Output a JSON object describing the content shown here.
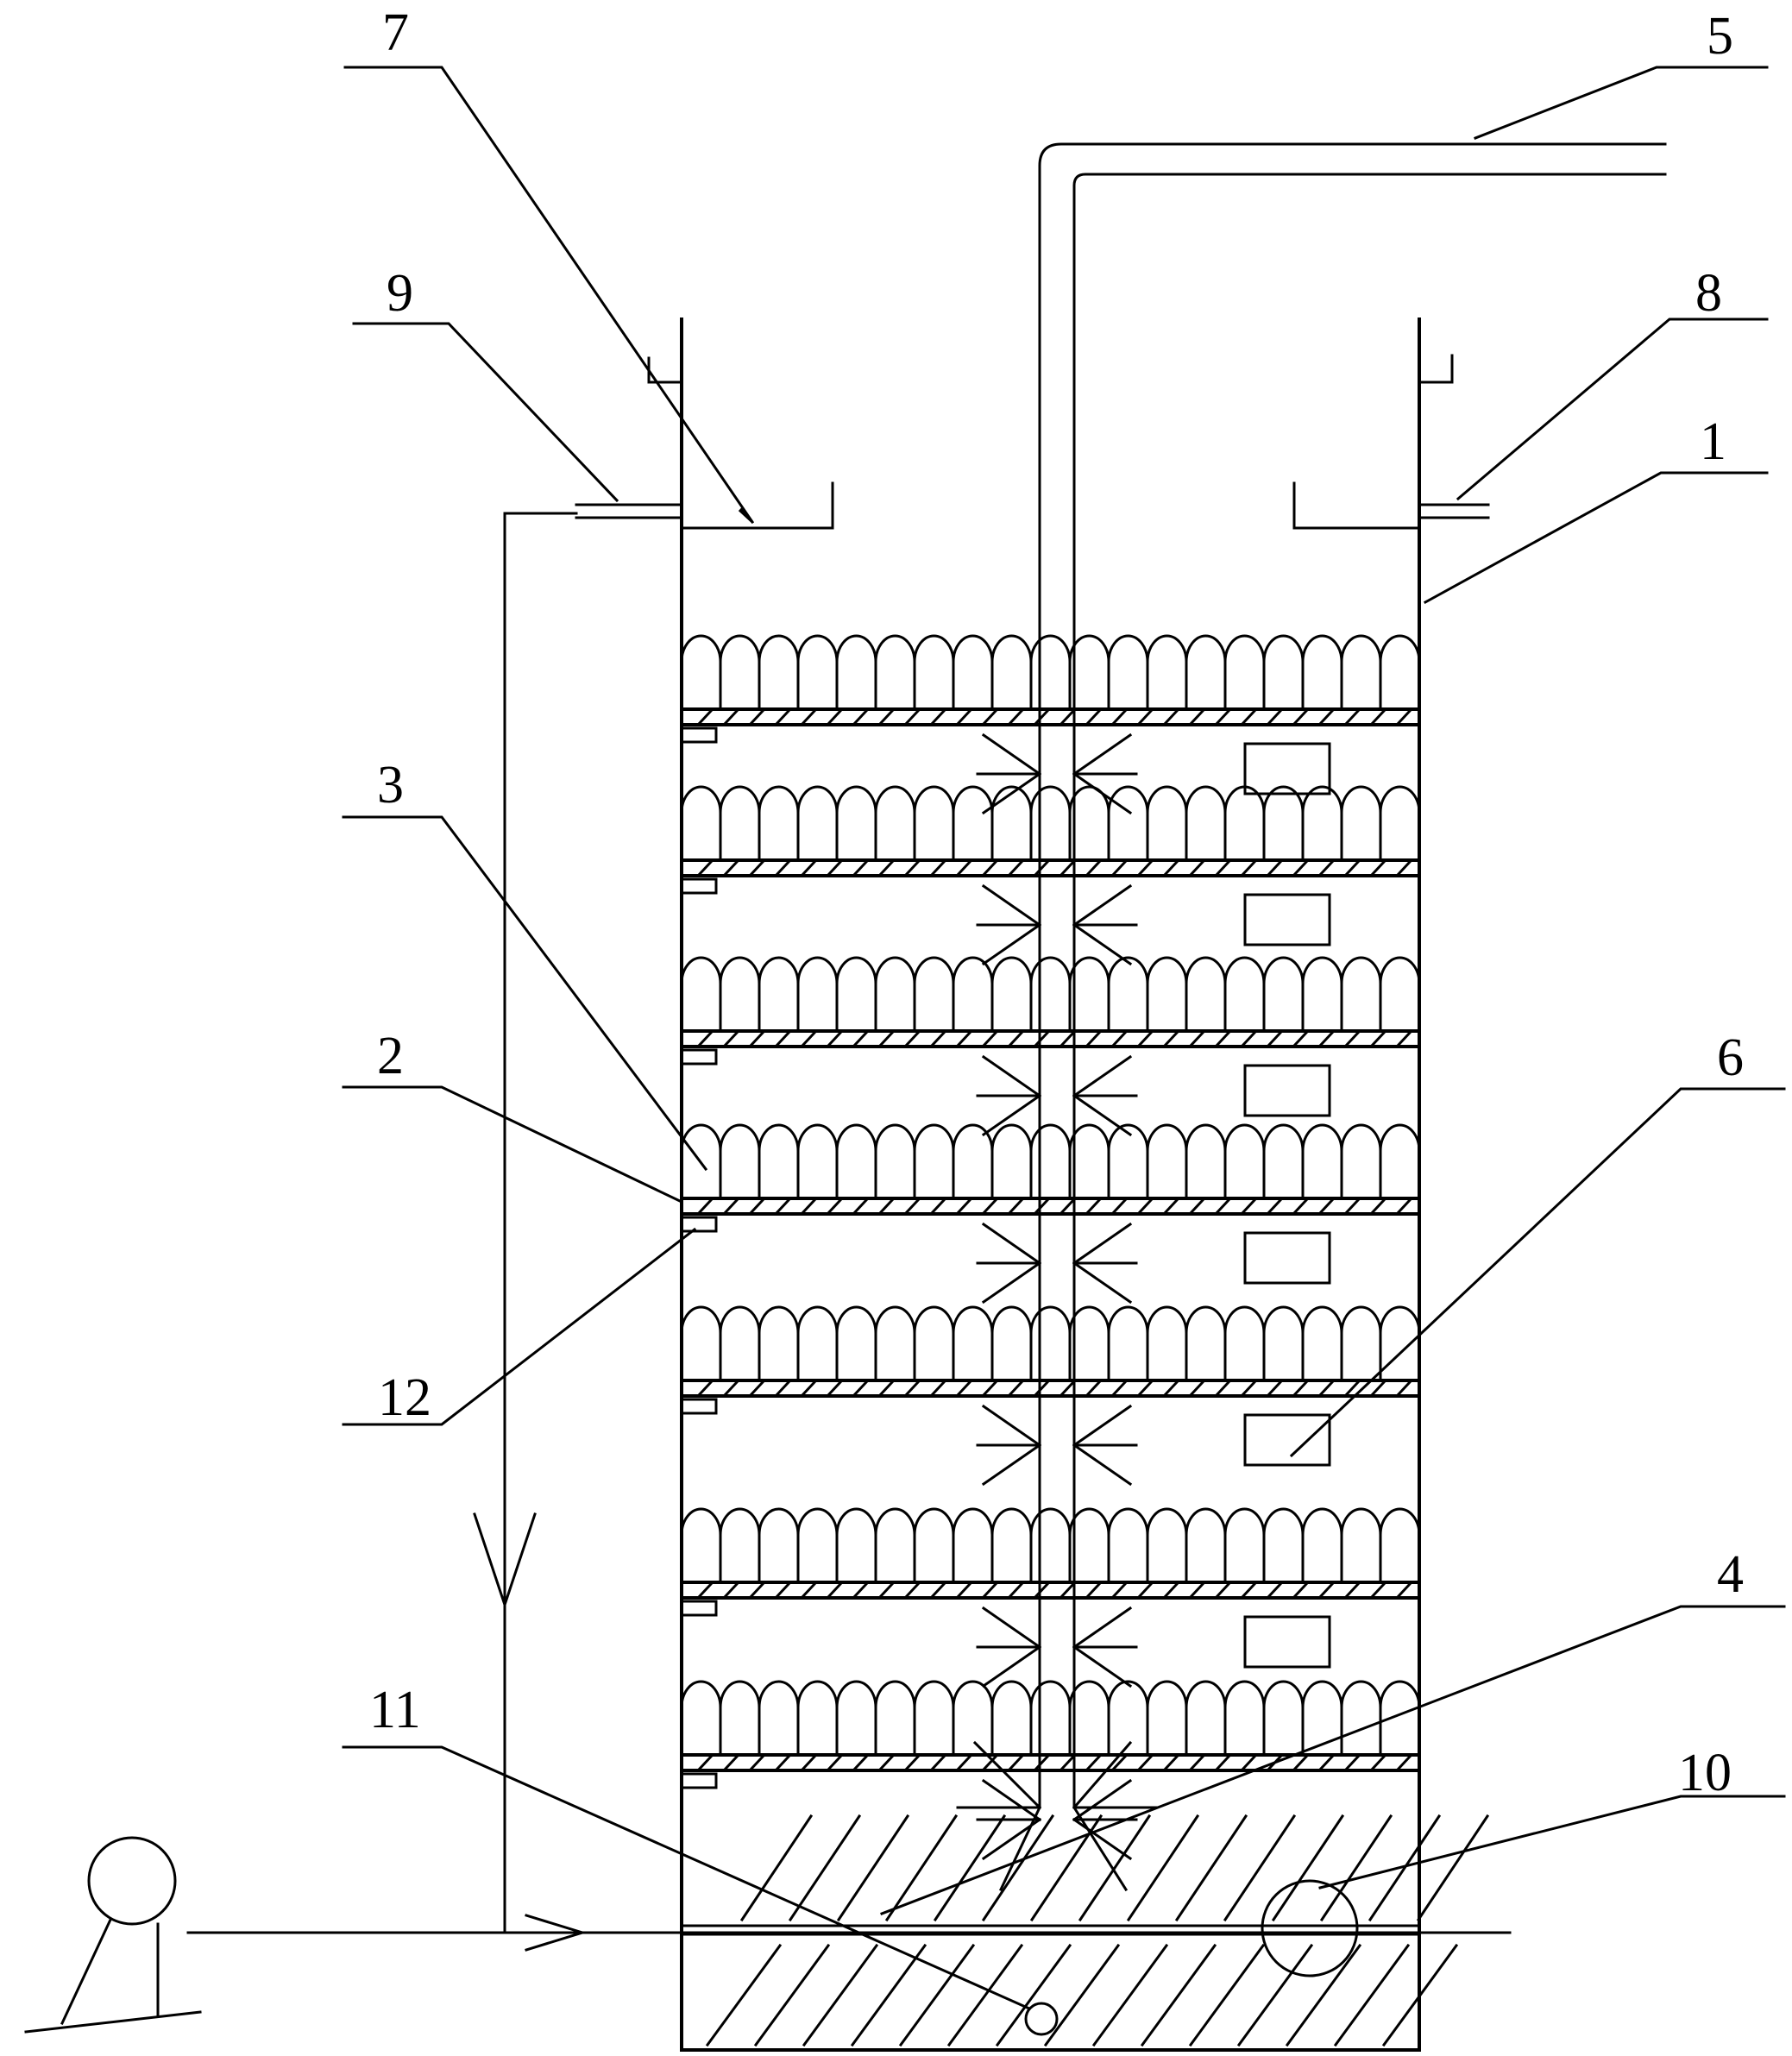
{
  "labels": [
    {
      "id": "L1",
      "text": "1"
    },
    {
      "id": "L2",
      "text": "2"
    },
    {
      "id": "L3",
      "text": "3"
    },
    {
      "id": "L4",
      "text": "4"
    },
    {
      "id": "L5",
      "text": "5"
    },
    {
      "id": "L6",
      "text": "6"
    },
    {
      "id": "L7",
      "text": "7"
    },
    {
      "id": "L8",
      "text": "8"
    },
    {
      "id": "L9",
      "text": "9"
    },
    {
      "id": "L10",
      "text": "10"
    },
    {
      "id": "L11",
      "text": "11"
    },
    {
      "id": "L12",
      "text": "12"
    }
  ],
  "media_layer_count": 7
}
